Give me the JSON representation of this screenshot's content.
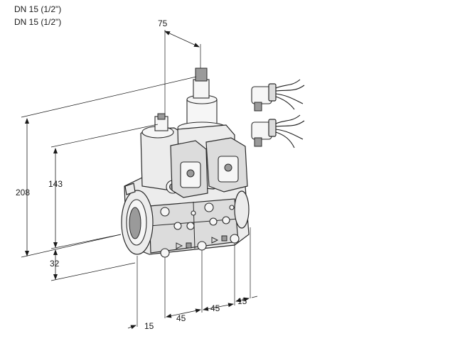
{
  "header": {
    "line1": "DN 15 (1/2\")",
    "line2": "DN 15 (1/2\")"
  },
  "dimensions": {
    "top_width": "75",
    "overall_height": "208",
    "body_height": "143",
    "base_offset": "32",
    "flange_offset": "15",
    "module_1_width": "45",
    "module_2_width": "45",
    "end_offset": "15"
  }
}
